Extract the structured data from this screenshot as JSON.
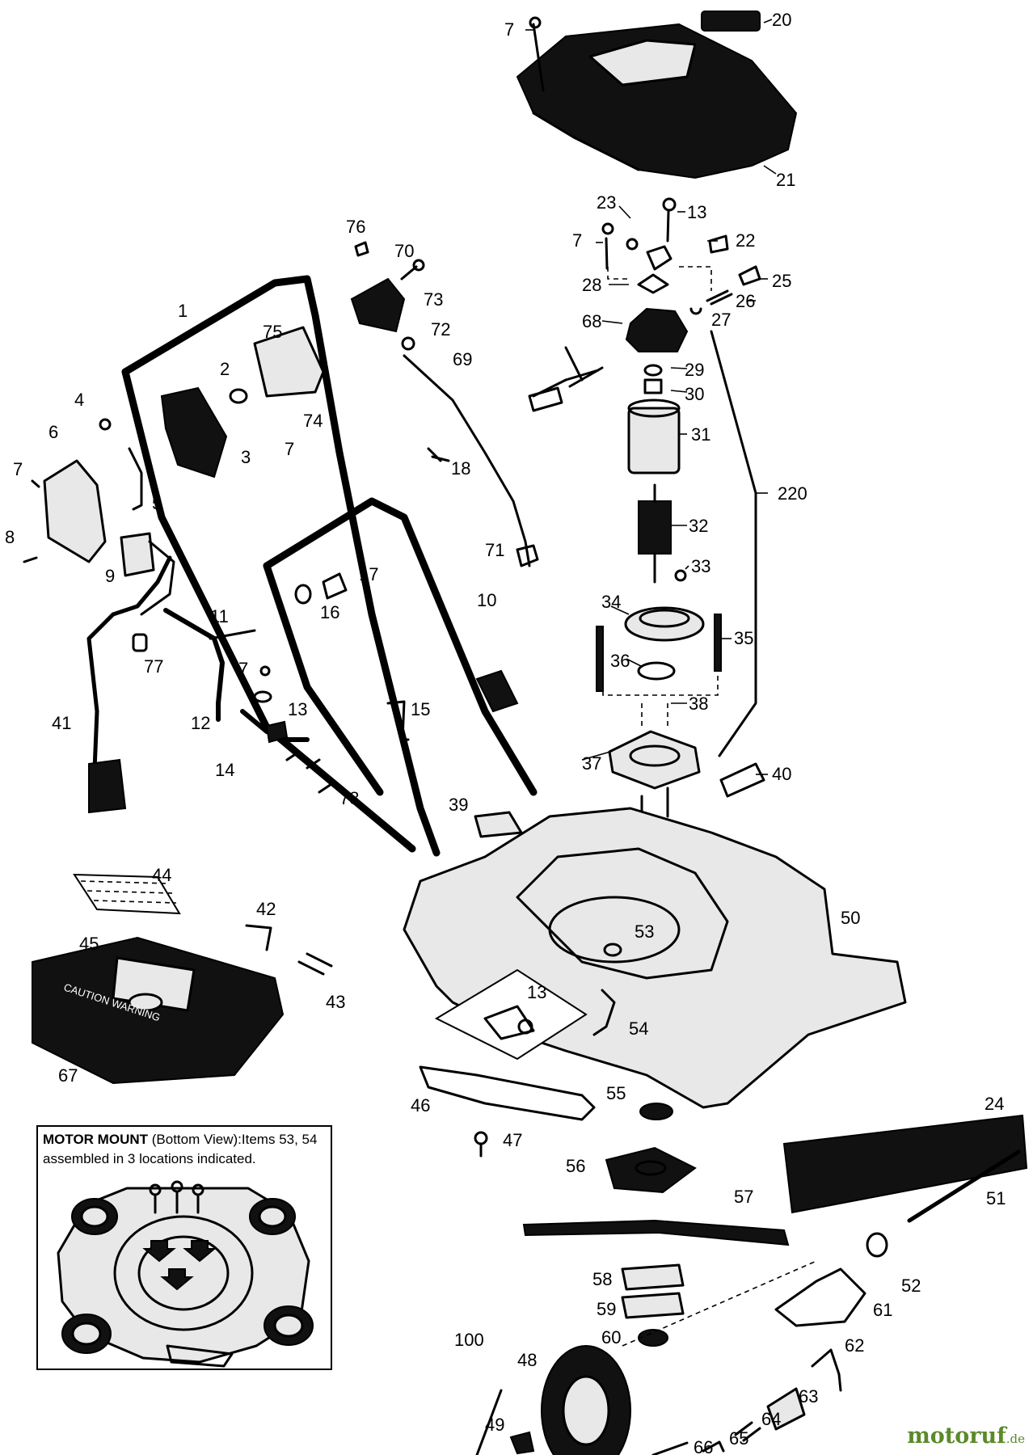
{
  "diagram": {
    "callouts": [
      {
        "id": "c7a",
        "label": "7"
      },
      {
        "id": "c20",
        "label": "20"
      },
      {
        "id": "c21",
        "label": "21"
      },
      {
        "id": "c23",
        "label": "23"
      },
      {
        "id": "c13a",
        "label": "13"
      },
      {
        "id": "c7b",
        "label": "7"
      },
      {
        "id": "c22",
        "label": "22"
      },
      {
        "id": "c28",
        "label": "28"
      },
      {
        "id": "c25",
        "label": "25"
      },
      {
        "id": "c26",
        "label": "26"
      },
      {
        "id": "c27",
        "label": "27"
      },
      {
        "id": "c68",
        "label": "68"
      },
      {
        "id": "c29",
        "label": "29"
      },
      {
        "id": "c30",
        "label": "30"
      },
      {
        "id": "c31",
        "label": "31"
      },
      {
        "id": "c220",
        "label": "220"
      },
      {
        "id": "c32",
        "label": "32"
      },
      {
        "id": "c33",
        "label": "33"
      },
      {
        "id": "c34",
        "label": "34"
      },
      {
        "id": "c35",
        "label": "35"
      },
      {
        "id": "c36",
        "label": "36"
      },
      {
        "id": "c38",
        "label": "38"
      },
      {
        "id": "c37",
        "label": "37"
      },
      {
        "id": "c40",
        "label": "40"
      },
      {
        "id": "c76",
        "label": "76"
      },
      {
        "id": "c70",
        "label": "70"
      },
      {
        "id": "c73",
        "label": "73"
      },
      {
        "id": "c72",
        "label": "72"
      },
      {
        "id": "c1",
        "label": "1"
      },
      {
        "id": "c75",
        "label": "75"
      },
      {
        "id": "c69",
        "label": "69"
      },
      {
        "id": "c2",
        "label": "2"
      },
      {
        "id": "c74",
        "label": "74"
      },
      {
        "id": "c4",
        "label": "4"
      },
      {
        "id": "c3",
        "label": "3"
      },
      {
        "id": "c7c",
        "label": "7"
      },
      {
        "id": "c6",
        "label": "6"
      },
      {
        "id": "c7d",
        "label": "7"
      },
      {
        "id": "c5",
        "label": "5"
      },
      {
        "id": "c18",
        "label": "18"
      },
      {
        "id": "c8",
        "label": "8"
      },
      {
        "id": "c9",
        "label": "9"
      },
      {
        "id": "c17",
        "label": "17"
      },
      {
        "id": "c71",
        "label": "71"
      },
      {
        "id": "c16",
        "label": "16"
      },
      {
        "id": "c10",
        "label": "10"
      },
      {
        "id": "c11",
        "label": "11"
      },
      {
        "id": "c77",
        "label": "77"
      },
      {
        "id": "c7e",
        "label": "7"
      },
      {
        "id": "c13b",
        "label": "13"
      },
      {
        "id": "c15",
        "label": "15"
      },
      {
        "id": "c41",
        "label": "41"
      },
      {
        "id": "c12",
        "label": "12"
      },
      {
        "id": "c14",
        "label": "14"
      },
      {
        "id": "c78",
        "label": "78"
      },
      {
        "id": "c39",
        "label": "39"
      },
      {
        "id": "c44",
        "label": "44"
      },
      {
        "id": "c42",
        "label": "42"
      },
      {
        "id": "c50",
        "label": "50"
      },
      {
        "id": "c45",
        "label": "45"
      },
      {
        "id": "c53",
        "label": "53"
      },
      {
        "id": "c43",
        "label": "43"
      },
      {
        "id": "c13c",
        "label": "13"
      },
      {
        "id": "c54",
        "label": "54"
      },
      {
        "id": "c67",
        "label": "67"
      },
      {
        "id": "c55",
        "label": "55"
      },
      {
        "id": "c46",
        "label": "46"
      },
      {
        "id": "c24",
        "label": "24"
      },
      {
        "id": "c47",
        "label": "47"
      },
      {
        "id": "c56",
        "label": "56"
      },
      {
        "id": "c51",
        "label": "51"
      },
      {
        "id": "c57",
        "label": "57"
      },
      {
        "id": "c58",
        "label": "58"
      },
      {
        "id": "c52",
        "label": "52"
      },
      {
        "id": "c59",
        "label": "59"
      },
      {
        "id": "c61",
        "label": "61"
      },
      {
        "id": "c60",
        "label": "60"
      },
      {
        "id": "c62",
        "label": "62"
      },
      {
        "id": "c100",
        "label": "100"
      },
      {
        "id": "c48",
        "label": "48"
      },
      {
        "id": "c63",
        "label": "63"
      },
      {
        "id": "c64",
        "label": "64"
      },
      {
        "id": "c65",
        "label": "65"
      },
      {
        "id": "c49",
        "label": "49"
      },
      {
        "id": "c66",
        "label": "66"
      }
    ],
    "inset": {
      "title_bold": "MOTOR MOUNT",
      "title_rest": " (Bottom View):Items 53, 54 assembled in 3 locations indicated."
    },
    "grassbox_print": "CAUTION WARNING",
    "watermark": {
      "name": "motoruf",
      "suffix": ".de"
    }
  }
}
